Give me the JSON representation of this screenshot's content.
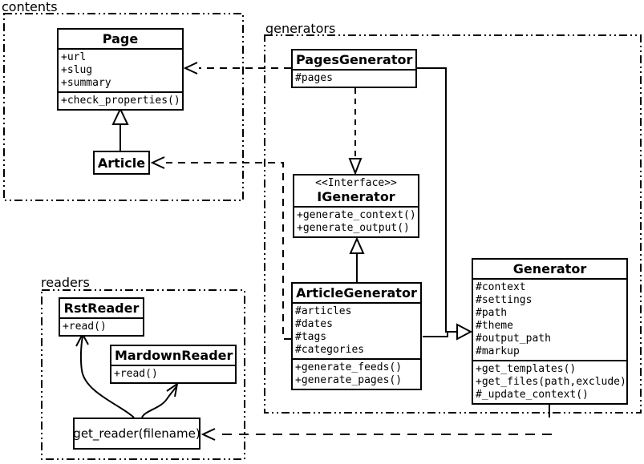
{
  "packages": {
    "contents": {
      "label": "contents"
    },
    "generators": {
      "label": "generators"
    },
    "readers": {
      "label": "readers"
    }
  },
  "classes": {
    "page": {
      "name": "Page",
      "attributes": [
        "+url",
        "+slug",
        "+summary"
      ],
      "methods": [
        "+check_properties()"
      ]
    },
    "article": {
      "name": "Article"
    },
    "pages_generator": {
      "name": "PagesGenerator",
      "attributes": [
        "#pages"
      ]
    },
    "igenerator": {
      "stereotype": "<<Interface>>",
      "name": "IGenerator",
      "methods": [
        "+generate_context()",
        "+generate_output()"
      ]
    },
    "article_generator": {
      "name": "ArticleGenerator",
      "attributes": [
        "#articles",
        "#dates",
        "#tags",
        "#categories"
      ],
      "methods": [
        "+generate_feeds()",
        "+generate_pages()"
      ]
    },
    "generator": {
      "name": "Generator",
      "attributes": [
        "#context",
        "#settings",
        "#path",
        "#theme",
        "#output_path",
        "#markup"
      ],
      "methods": [
        "+get_templates()",
        "+get_files(path,exclude)",
        "#_update_context()"
      ]
    },
    "rst_reader": {
      "name": "RstReader",
      "methods": [
        "+read()"
      ]
    },
    "mardown_reader": {
      "name": "MardownReader",
      "methods": [
        "+read()"
      ]
    },
    "get_reader": {
      "label": "get_reader(filename)"
    }
  },
  "relationships": [
    "Article --|> Page",
    "PagesGenerator ..> Page",
    "ArticleGenerator ..> Article",
    "PagesGenerator ..|> IGenerator",
    "ArticleGenerator --|> IGenerator",
    "PagesGenerator --|> Generator",
    "ArticleGenerator --|> Generator",
    "Generator ..> get_reader(filename)",
    "get_reader -> RstReader",
    "get_reader -> MardownReader"
  ],
  "colors": {
    "line": "#000000",
    "background": "#ffffff"
  }
}
